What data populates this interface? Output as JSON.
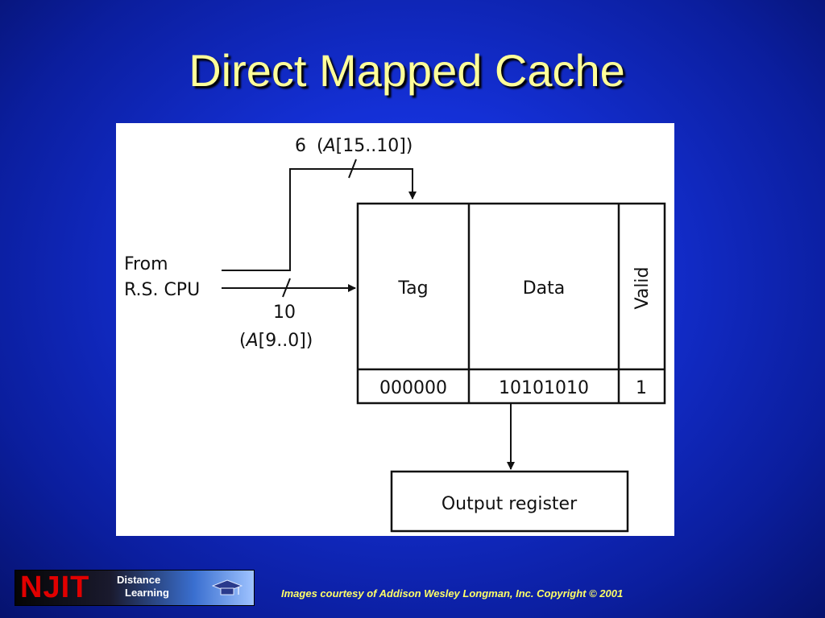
{
  "slide": {
    "title": "Direct Mapped Cache",
    "credit": "Images courtesy of Addison Wesley Longman, Inc. Copyright © 2001"
  },
  "logo": {
    "main": "NJIT",
    "line1": "Distance",
    "line2": "Learning"
  },
  "diagram": {
    "tag_bits_count": "6",
    "tag_bits_range": "[15..10])",
    "tag_bits_open": "(",
    "tag_bits_var": "A",
    "source_line1": "From",
    "source_line2": "R.S. CPU",
    "index_bits_count": "10",
    "index_bits_open": "(",
    "index_bits_var": "A",
    "index_bits_range": "[9..0])",
    "columns": {
      "tag": "Tag",
      "data": "Data",
      "valid": "Valid"
    },
    "row": {
      "tag": "000000",
      "data": "10101010",
      "valid": "1"
    },
    "output": "Output register"
  }
}
